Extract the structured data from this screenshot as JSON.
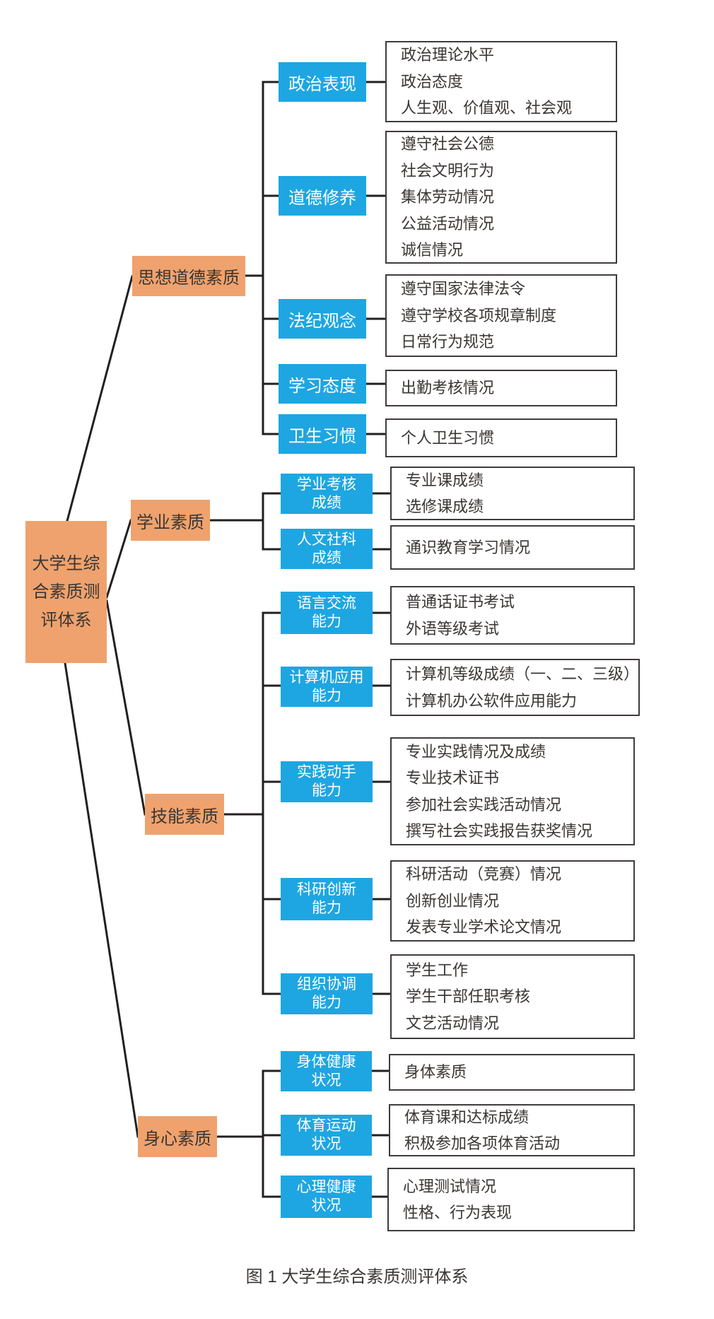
{
  "figure": {
    "caption": "图 1  大学生综合素质测评体系",
    "colors": {
      "branch_fill": "#efa26d",
      "leaf_fill": "#1ea6e2",
      "line": "#231f20",
      "detail_border": "#3f3b3a",
      "text": "#3a3634"
    },
    "root": {
      "label": "大学生综\n合素质测\n评体系"
    },
    "branches": [
      {
        "label": "思想道德素质",
        "children": [
          {
            "label": "政治表现",
            "details": [
              "政治理论水平",
              "政治态度",
              "人生观、价值观、社会观"
            ]
          },
          {
            "label": "道德修养",
            "details": [
              "遵守社会公德",
              "社会文明行为",
              "集体劳动情况",
              "公益活动情况",
              "诚信情况"
            ]
          },
          {
            "label": "法纪观念",
            "details": [
              "遵守国家法律法令",
              "遵守学校各项规章制度",
              "日常行为规范"
            ]
          },
          {
            "label": "学习态度",
            "details": [
              "出勤考核情况"
            ]
          },
          {
            "label": "卫生习惯",
            "details": [
              "个人卫生习惯"
            ]
          }
        ]
      },
      {
        "label": "学业素质",
        "children": [
          {
            "label": "学业考核\n成绩",
            "details": [
              "专业课成绩",
              "选修课成绩"
            ]
          },
          {
            "label": "人文社科\n成绩",
            "details": [
              "通识教育学习情况"
            ]
          }
        ]
      },
      {
        "label": "技能素质",
        "children": [
          {
            "label": "语言交流\n能力",
            "details": [
              "普通话证书考试",
              "外语等级考试"
            ]
          },
          {
            "label": "计算机应用\n能力",
            "details": [
              "计算机等级成绩（一、二、三级）",
              "计算机办公软件应用能力"
            ]
          },
          {
            "label": "实践动手\n能力",
            "details": [
              "专业实践情况及成绩",
              "专业技术证书",
              "参加社会实践活动情况",
              "撰写社会实践报告获奖情况"
            ]
          },
          {
            "label": "科研创新\n能力",
            "details": [
              "科研活动（竞赛）情况",
              "创新创业情况",
              "发表专业学术论文情况"
            ]
          },
          {
            "label": "组织协调\n能力",
            "details": [
              "学生工作",
              "学生干部任职考核",
              "文艺活动情况"
            ]
          }
        ]
      },
      {
        "label": "身心素质",
        "children": [
          {
            "label": "身体健康\n状况",
            "details": [
              "身体素质"
            ]
          },
          {
            "label": "体育运动\n状况",
            "details": [
              "体育课和达标成绩",
              "积极参加各项体育活动"
            ]
          },
          {
            "label": "心理健康\n状况",
            "details": [
              "心理测试情况",
              "性格、行为表现"
            ]
          }
        ]
      }
    ]
  }
}
